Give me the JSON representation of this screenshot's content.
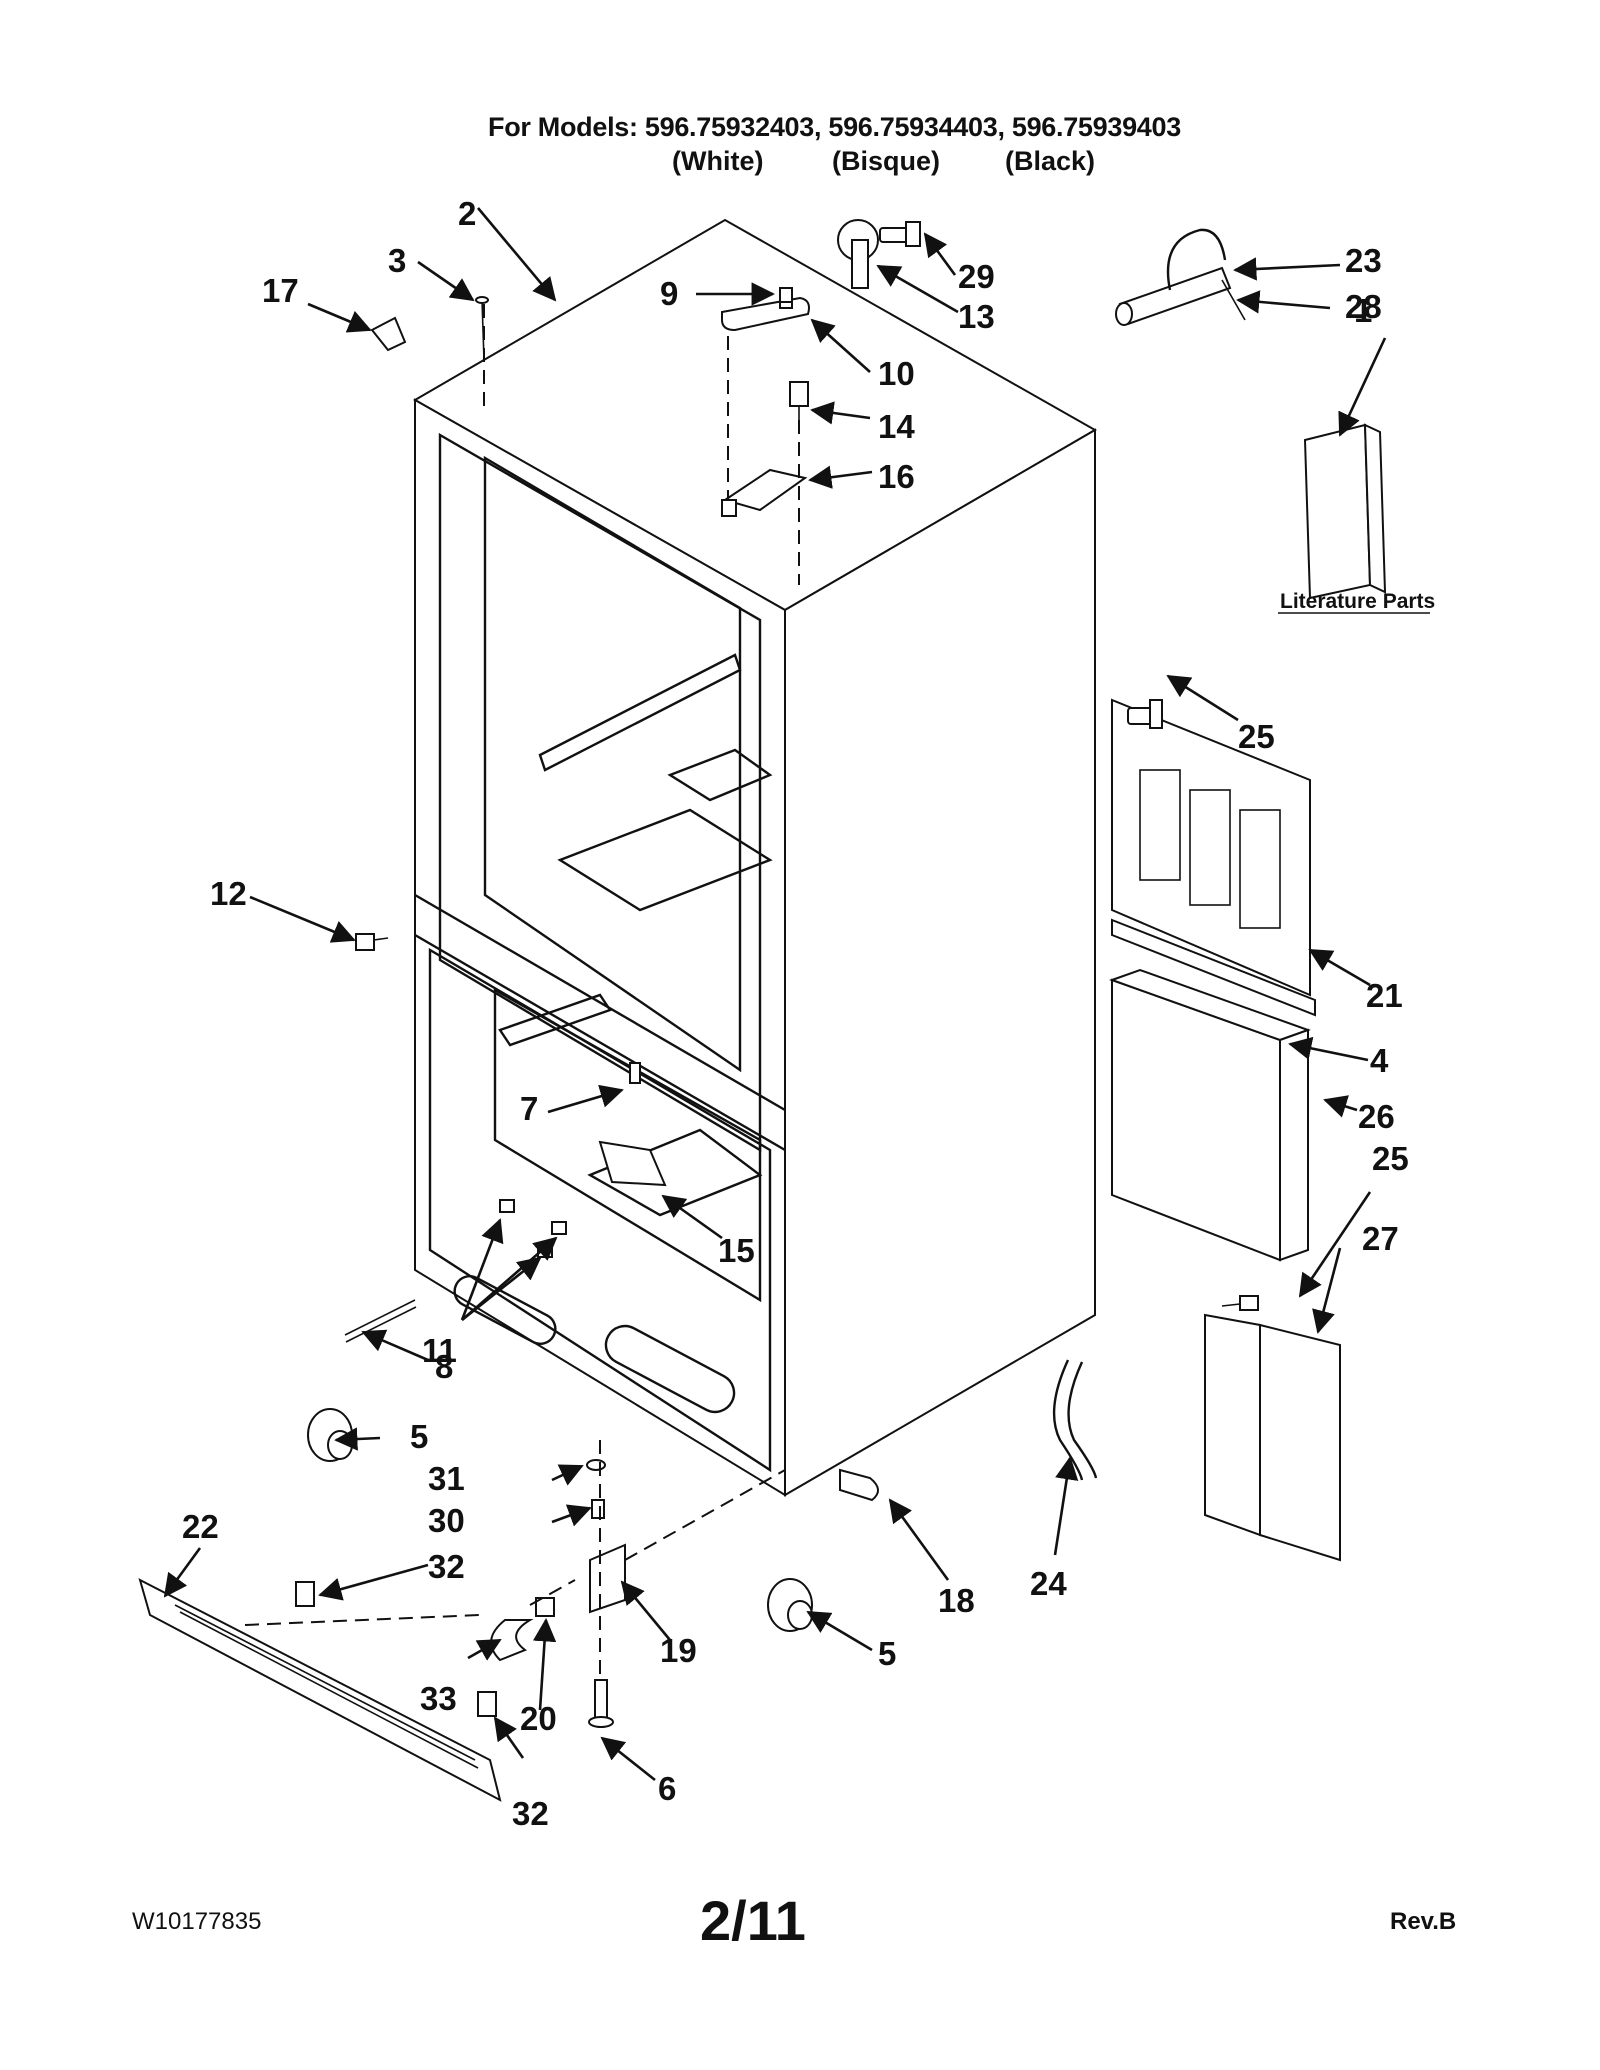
{
  "header": {
    "models_label": "For Models: 596.75932403, 596.75934403, 596.75939403",
    "variants": [
      "(White)",
      "(Bisque)",
      "(Black)"
    ]
  },
  "literature_label": "Literature Parts",
  "callouts": [
    "1",
    "2",
    "3",
    "4",
    "5",
    "5",
    "6",
    "7",
    "8",
    "9",
    "10",
    "11",
    "12",
    "13",
    "14",
    "15",
    "16",
    "17",
    "18",
    "19",
    "20",
    "21",
    "22",
    "23",
    "24",
    "25",
    "25",
    "26",
    "27",
    "28",
    "29",
    "30",
    "31",
    "32",
    "32",
    "33"
  ],
  "footer": {
    "doc_number": "W10177835",
    "page": "2/11",
    "revision": "Rev.B"
  }
}
